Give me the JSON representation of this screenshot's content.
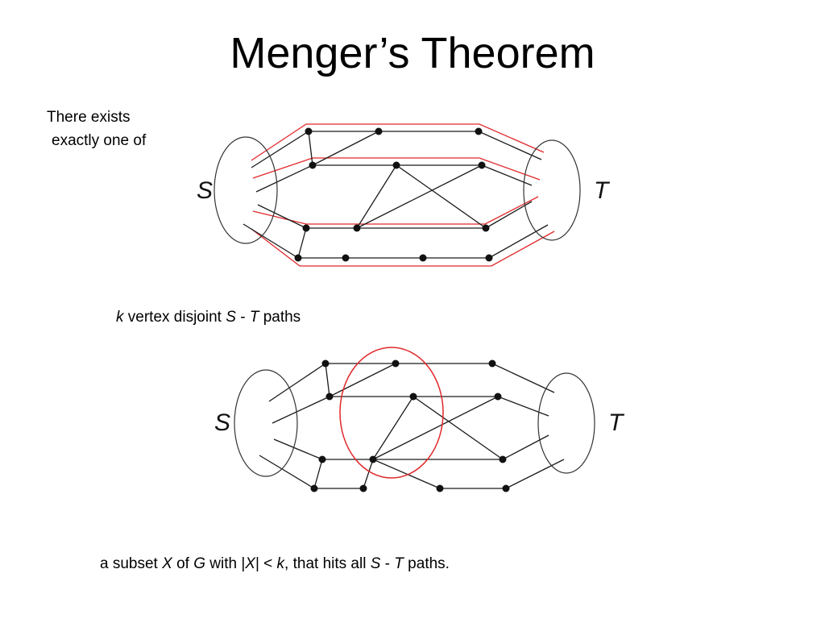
{
  "slide": {
    "title": "Menger’s Theorem",
    "intro_line1": "There exists",
    "intro_line2": "exactly one  of"
  },
  "caption1": {
    "k": "k",
    "mid": " vertex disjoint  ",
    "s": "S",
    "dash": " - ",
    "t": "T",
    "end": " paths"
  },
  "caption2": {
    "p1": "a subset ",
    "x": "X",
    "p2": " of ",
    "g": "G",
    "p3": " with |",
    "x2": "X",
    "p4": "| < ",
    "k": "k",
    "p5": ", that hits all ",
    "s": "S",
    "dash": " - ",
    "t": "T",
    "p6": " paths."
  },
  "diagram": {
    "set_left_label": "S",
    "set_right_label": "T",
    "path_color": "#e0282a",
    "edge_color": "#1a1a1a"
  }
}
